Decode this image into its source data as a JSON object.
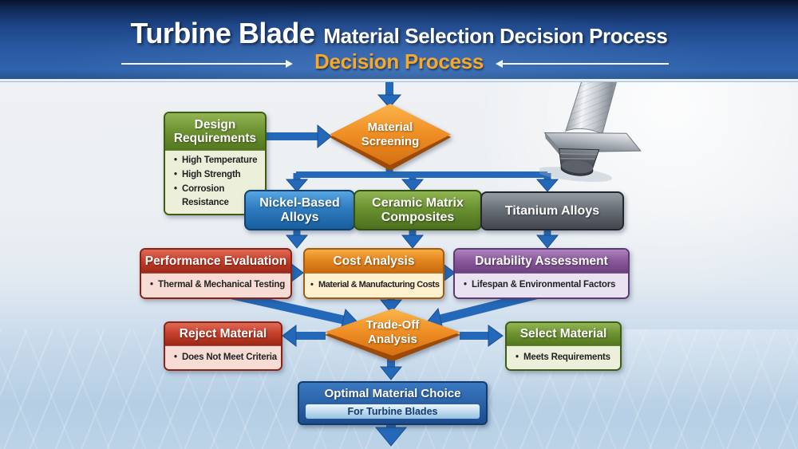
{
  "header": {
    "title_strong": "Turbine Blade",
    "title_rest": "Material Selection Decision Process",
    "subtitle": "Decision Process"
  },
  "nodes": {
    "design_requirements": {
      "title": "Design Requirements",
      "bullets": [
        "High Temperature",
        "High Strength",
        "Corrosion Resistance"
      ]
    },
    "material_screening": {
      "title": "Material Screening"
    },
    "nickel_based_alloys": {
      "title": "Nickel-Based Alloys"
    },
    "ceramic_matrix_composites": {
      "title": "Ceramic Matrix Composites"
    },
    "titanium_alloys": {
      "title": "Titanium Alloys"
    },
    "performance_evaluation": {
      "title": "Performance Evaluation",
      "bullet": "Thermal & Mechanical Testing"
    },
    "cost_analysis": {
      "title": "Cost Analysis",
      "bullet": "Material & Manufacturing Costs"
    },
    "durability_assessment": {
      "title": "Durability Assessment",
      "bullet": "Lifespan & Environmental Factors"
    },
    "trade_off_analysis": {
      "title": "Trade-Off Analysis"
    },
    "reject_material": {
      "title": "Reject Material",
      "bullet": "Does Not Meet Criteria"
    },
    "select_material": {
      "title": "Select Material",
      "bullet": "Meets Requirements"
    },
    "optimal_material_choice": {
      "title": "Optimal Material Choice",
      "subtitle": "For Turbine Blades"
    }
  },
  "illustration": "turbine-blade",
  "colors": {
    "banner_blue": "#2a58a0",
    "subtitle_orange": "#f6a82b",
    "arrow_blue": "#2469b9",
    "diamond_orange": "#ef8f25"
  }
}
